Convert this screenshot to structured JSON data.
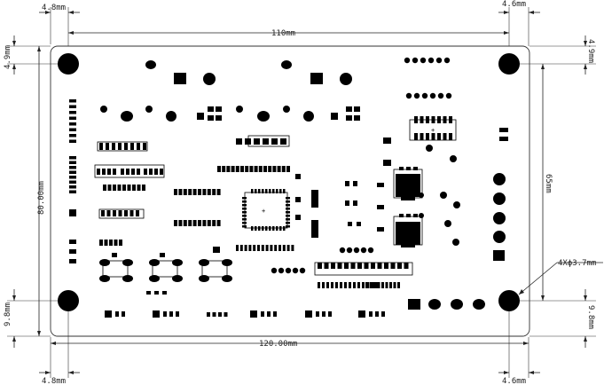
{
  "dimensions": {
    "top_left_margin": "4.8mm",
    "top_right_margin": "4.6mm",
    "top_width": "110mm",
    "left_top_margin": "4.9mm",
    "left_height": "80.00mm",
    "left_bottom_margin": "9.8mm",
    "right_top_margin": "4.9mm",
    "right_height": "65mm",
    "right_bottom_margin": "9.8mm",
    "bottom_width": "120.00mm",
    "bottom_left_margin": "4.8mm",
    "bottom_right_margin": "4.6mm",
    "hole_callout": "4Xϕ3.7mm"
  },
  "board": {
    "mounting_holes": 4
  },
  "colors": {
    "ink": "#000000",
    "dimension_line": "#222222",
    "background": "#ffffff"
  }
}
